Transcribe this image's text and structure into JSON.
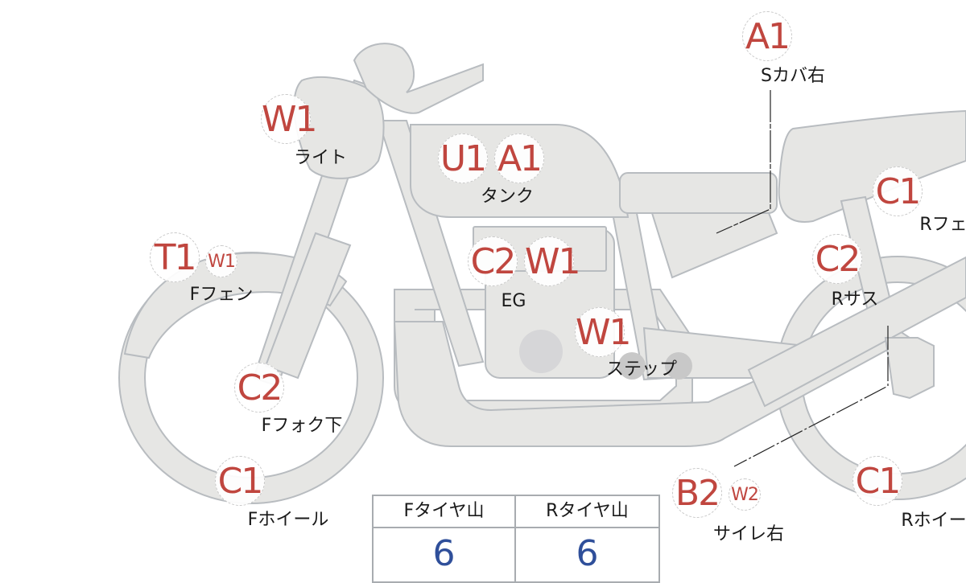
{
  "colors": {
    "part_fill": "#e6e6e4",
    "part_stroke": "#b8bcc0",
    "code_red": "#c0463f",
    "value_blue": "#2f4f9a"
  },
  "parts": [
    {
      "name": "light",
      "label": "ライト",
      "codes": [
        "W1"
      ]
    },
    {
      "name": "tank",
      "label": "タンク",
      "codes": [
        "U1",
        "A1"
      ]
    },
    {
      "name": "side-cover-right",
      "label": "Sカバ右",
      "codes": [
        "A1"
      ]
    },
    {
      "name": "rear-fender",
      "label": "Rフェ",
      "codes": [
        "C1"
      ]
    },
    {
      "name": "front-fender",
      "label": "Fフェン",
      "codes": [
        "T1",
        "W1"
      ]
    },
    {
      "name": "engine",
      "label": "EG",
      "codes": [
        "C2",
        "W1"
      ]
    },
    {
      "name": "rear-suspension",
      "label": "Rサス",
      "codes": [
        "C2"
      ]
    },
    {
      "name": "step",
      "label": "ステップ",
      "codes": [
        "W1"
      ]
    },
    {
      "name": "front-fork-lower",
      "label": "Fフォク下",
      "codes": [
        "C2"
      ]
    },
    {
      "name": "front-wheel",
      "label": "Fホイール",
      "codes": [
        "C1"
      ]
    },
    {
      "name": "silencer-right",
      "label": "サイレ右",
      "codes": [
        "B2",
        "W2"
      ]
    },
    {
      "name": "rear-wheel",
      "label": "Rホイー",
      "codes": [
        "C1"
      ]
    }
  ],
  "tire_tread": {
    "front_label": "Fタイヤ山",
    "rear_label": "Rタイヤ山",
    "front_value": "6",
    "rear_value": "6"
  }
}
